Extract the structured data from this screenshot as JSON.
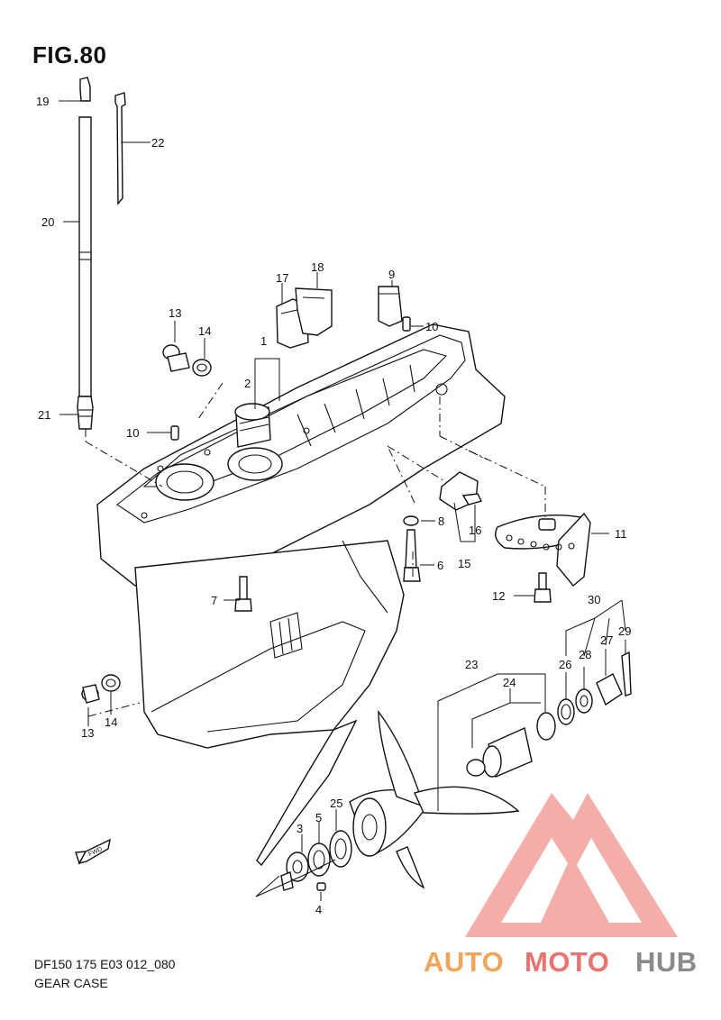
{
  "figure": {
    "title": "FIG.80",
    "code": "DF150 175 E03 012_080",
    "name": "GEAR CASE"
  },
  "callouts": [
    "19",
    "22",
    "20",
    "21",
    "17",
    "18",
    "9",
    "10",
    "13",
    "14",
    "1",
    "2",
    "10",
    "8",
    "16",
    "15",
    "11",
    "6",
    "7",
    "12",
    "30",
    "29",
    "28",
    "27",
    "26",
    "23",
    "24",
    "13",
    "14",
    "25",
    "5",
    "3",
    "4"
  ],
  "fwd_badge": "FWD",
  "watermark": {
    "part1": "AUTO",
    "part2": "MOTO",
    "part3": "HUB",
    "colors": {
      "orange": "#f0a65a",
      "red": "#e8736f",
      "gray": "#8a8a8a",
      "logo": "#f2a09a"
    }
  }
}
